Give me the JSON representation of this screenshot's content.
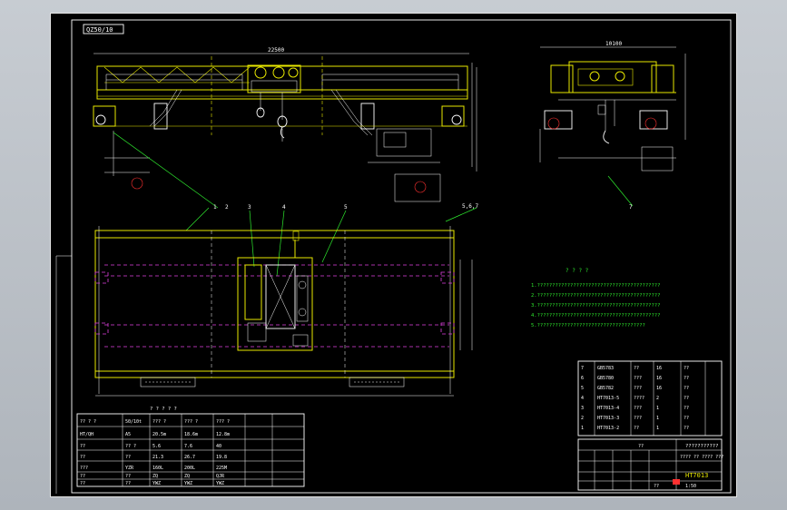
{
  "drawing": {
    "code_box": "QZ50/10",
    "drawing_number": "HT7013",
    "sheet_label": "QZ50/10",
    "overall_span": "22500",
    "side_width": "10100",
    "notes_heading": "? ? ? ?",
    "notes_lines": [
      "1.?????????????????????????????????????????",
      "2.?????????????????????????????????????????",
      "3.?????????????????????????????????????????",
      "4.?????????????????????????????????????????",
      "5.????????????????????????????????????"
    ],
    "parts_labels": [
      "1",
      "2",
      "3",
      "4",
      "5",
      "6",
      "7"
    ],
    "top_detail_label": "5,6,7",
    "spec_heading": "? ? ? ? ?",
    "spec_rows": [
      [
        "?? ? ?",
        "50/10t",
        "??? ?",
        "??? ?",
        "??? ?"
      ],
      [
        "HT/QH",
        "A5",
        "20.5m",
        "18.6m",
        "12.8m"
      ],
      [
        "??",
        "?? ?",
        "5.6",
        "7.6",
        "40"
      ],
      [
        "??",
        "??",
        "21.3",
        "26.7",
        "19.8"
      ],
      [
        "???",
        "YZR",
        "160L",
        "200L",
        "225M"
      ],
      [
        "??",
        "??",
        "ZQ",
        "ZQ",
        "QJR"
      ],
      [
        "??",
        "??",
        "YWZ",
        "YWZ",
        "YWZ"
      ]
    ],
    "bom_rows": [
      [
        "7",
        "GB5783",
        "??",
        "16",
        "??"
      ],
      [
        "6",
        "GB5780",
        "???",
        "16",
        "??"
      ],
      [
        "5",
        "GB5782",
        "???",
        "16",
        "??"
      ],
      [
        "4",
        "HT7013-5",
        "????",
        "2",
        "??"
      ],
      [
        "3",
        "HT7013-4",
        "???",
        "1",
        "??"
      ],
      [
        "2",
        "HT7013-3",
        "???",
        "1",
        "??"
      ],
      [
        "1",
        "HT7013-2",
        "??",
        "1",
        "??"
      ]
    ],
    "title_block": {
      "title": "???????????",
      "subtitle": "???? ?? ???? ???",
      "number": "HT7013",
      "scale": "1:50",
      "company": "??",
      "sheet": "??"
    }
  },
  "colors": {
    "background": "#000000",
    "primary": "#e8e800",
    "secondary": "#ffffff",
    "notes": "#2ee82e",
    "centerline": "#e040e0"
  }
}
